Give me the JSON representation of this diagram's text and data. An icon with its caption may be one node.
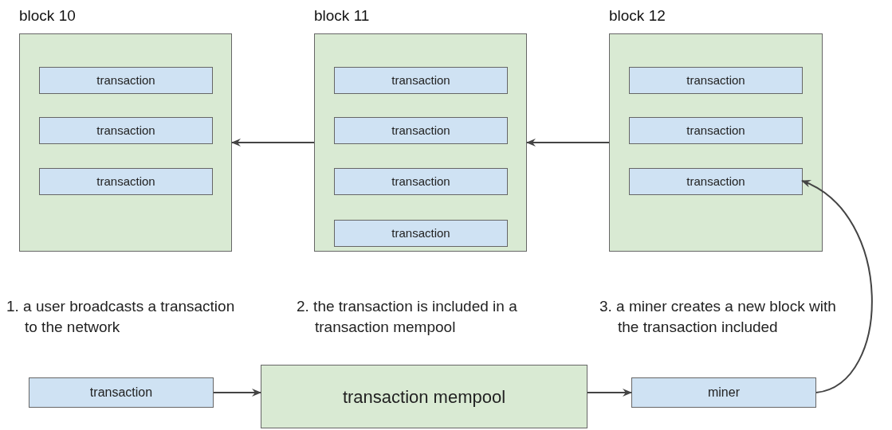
{
  "diagram": {
    "nodes": [
      {
        "text": [
          "block 10"
        ]
      },
      {
        "text": [
          "transaction"
        ],
        "in": 0
      },
      {
        "text": [
          "transaction"
        ],
        "in": 0
      },
      {
        "text": [
          "transaction"
        ],
        "in": 0
      },
      {
        "text": [
          "block 11"
        ]
      },
      {
        "text": [
          "transaction"
        ],
        "in": 4
      },
      {
        "text": [
          "transaction"
        ],
        "in": 4
      },
      {
        "text": [
          "transaction"
        ],
        "in": 4
      },
      {
        "text": [
          "transaction"
        ],
        "in": 4
      },
      {
        "text": [
          "block 12"
        ]
      },
      {
        "text": [
          "transaction"
        ],
        "in": 9
      },
      {
        "text": [
          "transaction"
        ],
        "in": 9
      },
      {
        "text": [
          "transaction"
        ],
        "in": 9
      },
      {
        "text": [
          "transaction"
        ]
      },
      {
        "text": [
          "transaction mempool"
        ]
      },
      {
        "text": [
          "miner"
        ]
      }
    ],
    "edges": [
      {
        "from": 4,
        "to": 0,
        "arrow": "to"
      },
      {
        "from": 9,
        "to": 4,
        "arrow": "to"
      },
      {
        "from": 13,
        "to": 14,
        "arrow": "to"
      },
      {
        "from": 14,
        "to": 15,
        "arrow": "to"
      },
      {
        "from": 15,
        "to": 12,
        "arrow": "to"
      }
    ],
    "labels": [
      "1. a user broadcasts a transaction to the network",
      "2. the transaction is included in a transaction mempool",
      "3. a miner creates a new block with the transaction included"
    ]
  }
}
